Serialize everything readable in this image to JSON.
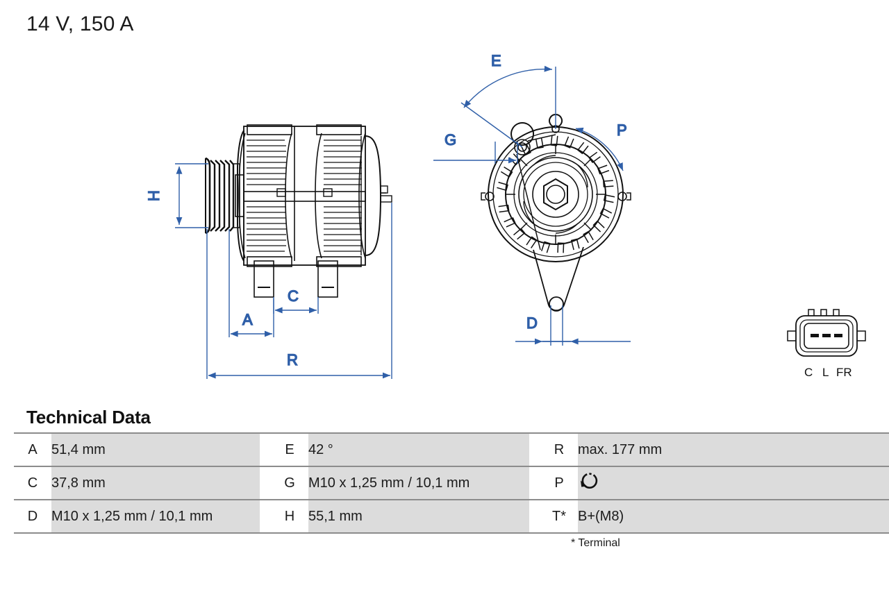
{
  "header": {
    "title": "14 V, 150 A"
  },
  "drawing": {
    "side_view": {
      "name": "alternator-side-view",
      "dimension_labels": [
        "H",
        "C",
        "A",
        "R"
      ]
    },
    "front_view": {
      "name": "alternator-front-view",
      "dimension_labels": [
        "E",
        "G",
        "P",
        "D"
      ]
    },
    "connector": {
      "name": "plug-connector",
      "pin_count": 3,
      "pin_labels": [
        "C",
        "L",
        "FR"
      ]
    }
  },
  "tech": {
    "heading": "Technical Data",
    "rows": [
      {
        "l1": "A",
        "v1": "51,4 mm",
        "l2": "E",
        "v2": "42 °",
        "l3": "R",
        "v3": "max. 177 mm"
      },
      {
        "l1": "C",
        "v1": "37,8 mm",
        "l2": "G",
        "v2": "M10 x 1,25 mm / 10,1 mm",
        "l3": "P",
        "v3": ""
      },
      {
        "l1": "D",
        "v1": "M10 x 1,25 mm / 10,1 mm",
        "l2": "H",
        "v2": "55,1  mm",
        "l3": "T*",
        "v3": "B+(M8)"
      }
    ],
    "footnote": "* Terminal"
  },
  "colors": {
    "dimension_blue": "#2f5fa8",
    "drawing_black": "#111111",
    "row_value_bg": "#dcdcdc",
    "rule_gray": "#8c8c8c"
  }
}
